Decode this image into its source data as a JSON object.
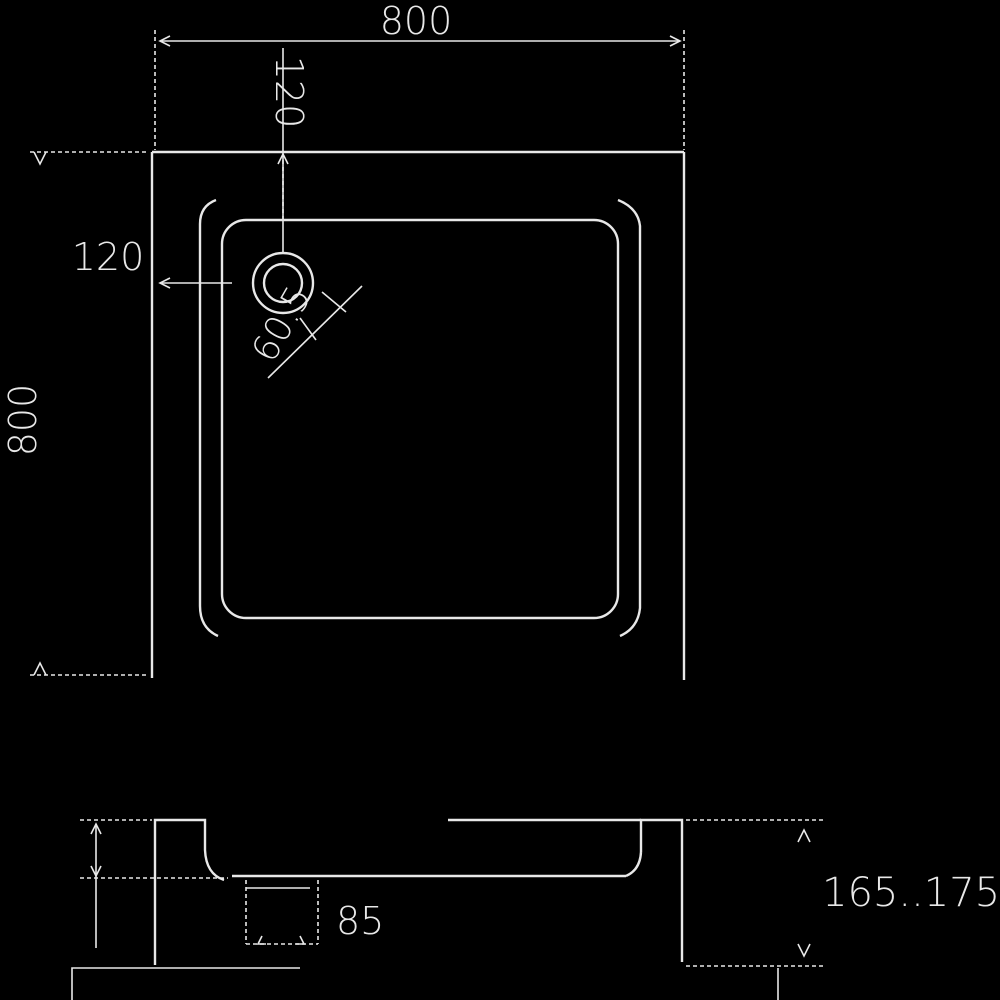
{
  "plan_view": {
    "width_label": "800",
    "depth_label": "800",
    "drain_offset_top_label": "120",
    "drain_offset_left_label": "120",
    "drain_diameter_label": "60.5"
  },
  "side_view": {
    "drain_depth_label": "85",
    "total_height_label": "165..175"
  }
}
